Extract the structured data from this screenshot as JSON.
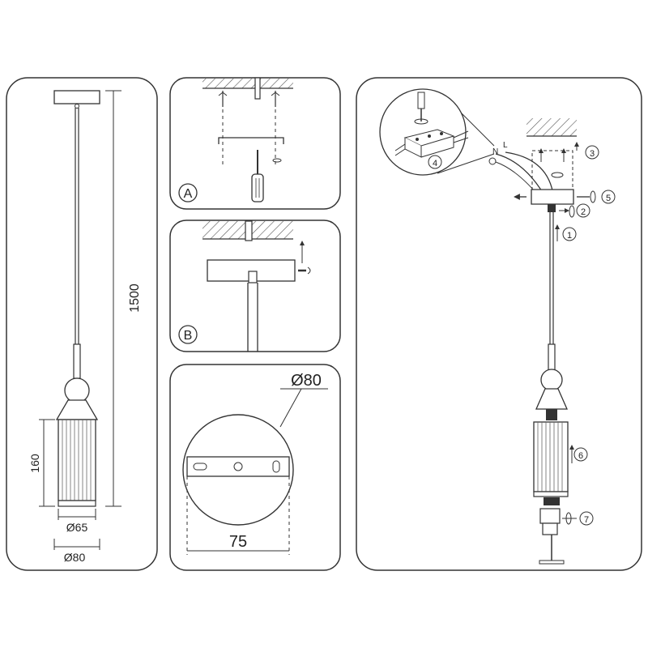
{
  "panel_left": {
    "dim_height_total": "1500",
    "dim_shade_height": "160",
    "dim_shade_diameter": "Ø65",
    "dim_base_diameter": "Ø80"
  },
  "panel_a": {
    "label": "A"
  },
  "panel_b": {
    "label": "B"
  },
  "panel_c": {
    "dim_plate_diameter": "Ø80",
    "dim_hole_spacing": "75"
  },
  "panel_right": {
    "wire_n": "N",
    "wire_l": "L",
    "steps": [
      "1",
      "2",
      "3",
      "4",
      "5",
      "6",
      "7"
    ]
  },
  "colors": {
    "line": "#333333",
    "hatch": "#555555",
    "light_fill": "#eeeeee"
  }
}
